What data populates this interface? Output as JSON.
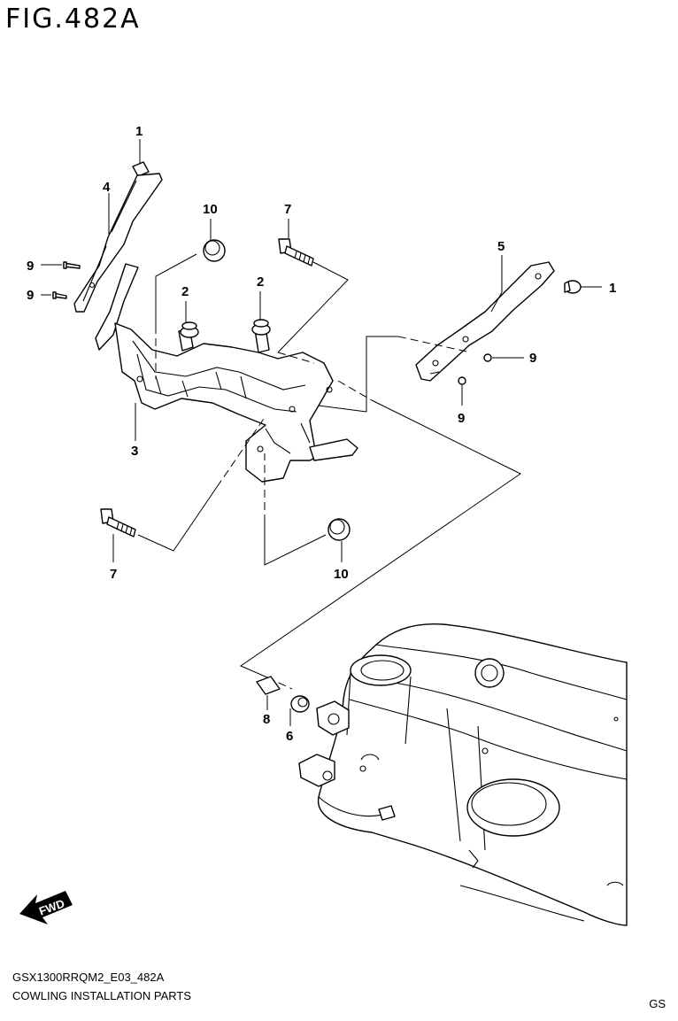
{
  "figure": {
    "title": "FIG.482A",
    "model_code": "GSX1300RRQM2_E03_482A",
    "section_name": "COWLING INSTALLATION PARTS",
    "region_code": "GS",
    "direction_label": "FWD"
  },
  "callouts": [
    {
      "id": "c1-top",
      "number": "1"
    },
    {
      "id": "c4",
      "number": "4"
    },
    {
      "id": "c10-top",
      "number": "10"
    },
    {
      "id": "c7-top",
      "number": "7"
    },
    {
      "id": "c9-a",
      "number": "9"
    },
    {
      "id": "c9-b",
      "number": "9"
    },
    {
      "id": "c2-left",
      "number": "2"
    },
    {
      "id": "c2-right",
      "number": "2"
    },
    {
      "id": "c5",
      "number": "5"
    },
    {
      "id": "c1-right",
      "number": "1"
    },
    {
      "id": "c9-c",
      "number": "9"
    },
    {
      "id": "c9-d",
      "number": "9"
    },
    {
      "id": "c3",
      "number": "3"
    },
    {
      "id": "c7-bottom",
      "number": "7"
    },
    {
      "id": "c10-bottom",
      "number": "10"
    },
    {
      "id": "c8",
      "number": "8"
    },
    {
      "id": "c6",
      "number": "6"
    }
  ]
}
